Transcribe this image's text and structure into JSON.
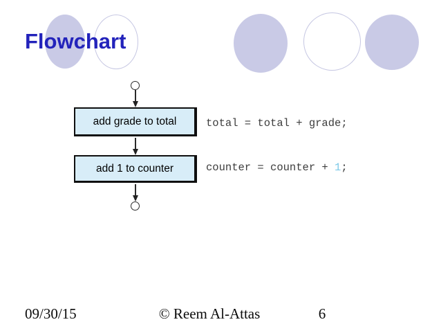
{
  "slide": {
    "title": "Flowchart",
    "footer": {
      "date": "09/30/15",
      "copyright": "© Reem Al-Attas",
      "slide_number": "6"
    }
  },
  "flowchart": {
    "nodes": [
      {
        "label": "add grade to total"
      },
      {
        "label": "add 1 to counter"
      }
    ],
    "connectors": [
      "start-circle",
      "end-circle"
    ]
  },
  "code": {
    "line1": "total = total + grade;",
    "line2": {
      "prefix": "counter = counter + ",
      "highlight": "1",
      "suffix": ";"
    }
  },
  "colors": {
    "title_blue": "#2323bb",
    "decor_lavender_fill": "#c9cae6",
    "decor_lavender_border": "#c5c6e2",
    "box_fill": "#d8edf8",
    "box_border": "#0f0f0f",
    "code_gray": "#3d3d3d",
    "code_highlight_blue": "#7cc9e8"
  }
}
